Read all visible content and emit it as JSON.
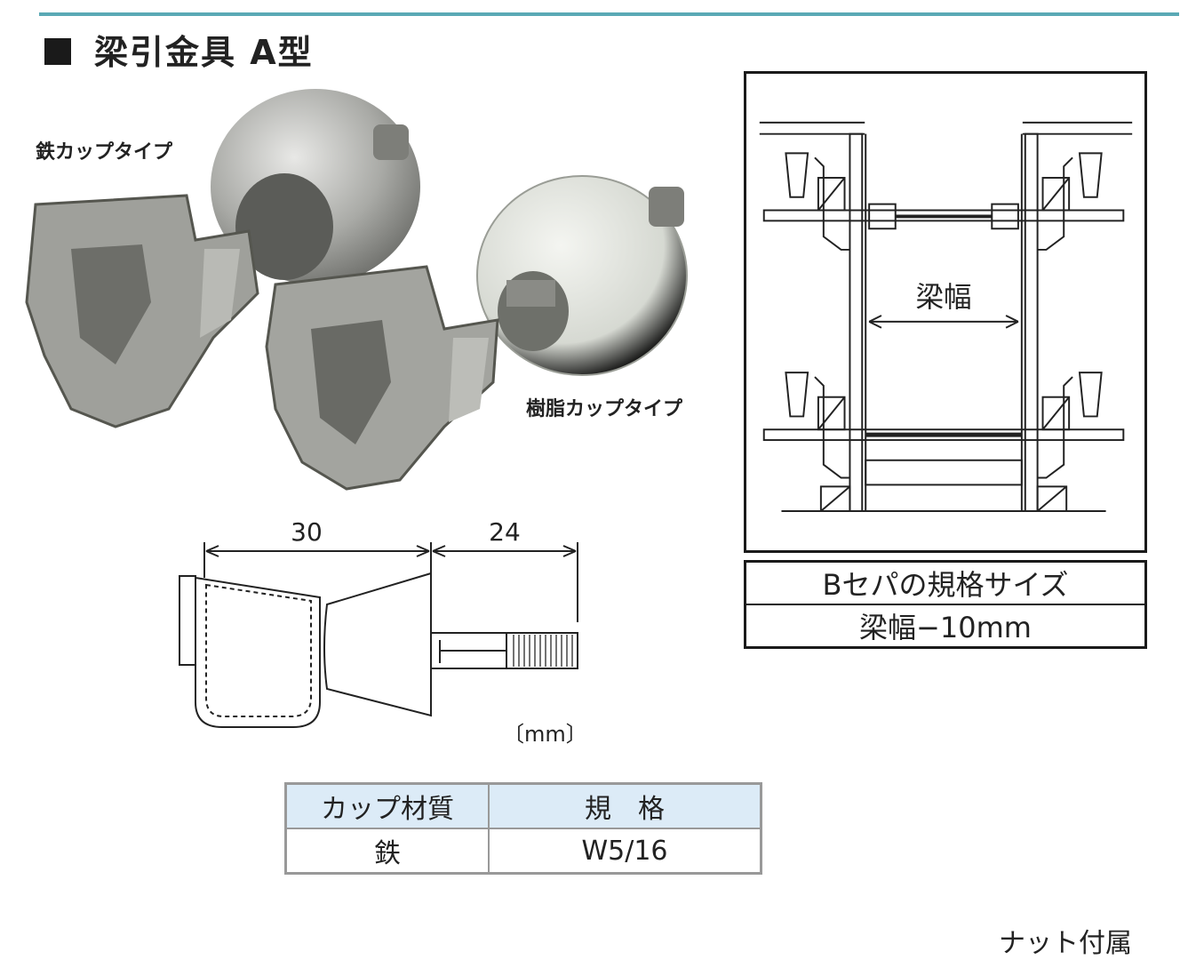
{
  "title": "梁引金具 A型",
  "photo": {
    "label_iron": "鉄カップタイプ",
    "label_resin": "樹脂カップタイプ"
  },
  "dimensions": {
    "cup_length": "30",
    "bolt_length": "24",
    "unit": "〔mm〕"
  },
  "diagram": {
    "beam_width_label": "梁幅"
  },
  "size_table": {
    "header": "Bセパの規格サイズ",
    "value": "梁幅−10mm"
  },
  "spec_table": {
    "headers": [
      "カップ材質",
      "規　格"
    ],
    "rows": [
      [
        "鉄",
        "W5/16"
      ]
    ]
  },
  "footnote": "ナット付属",
  "colors": {
    "accent_rule": "#5aa9b5",
    "table_header_bg": "#dcebf7"
  }
}
